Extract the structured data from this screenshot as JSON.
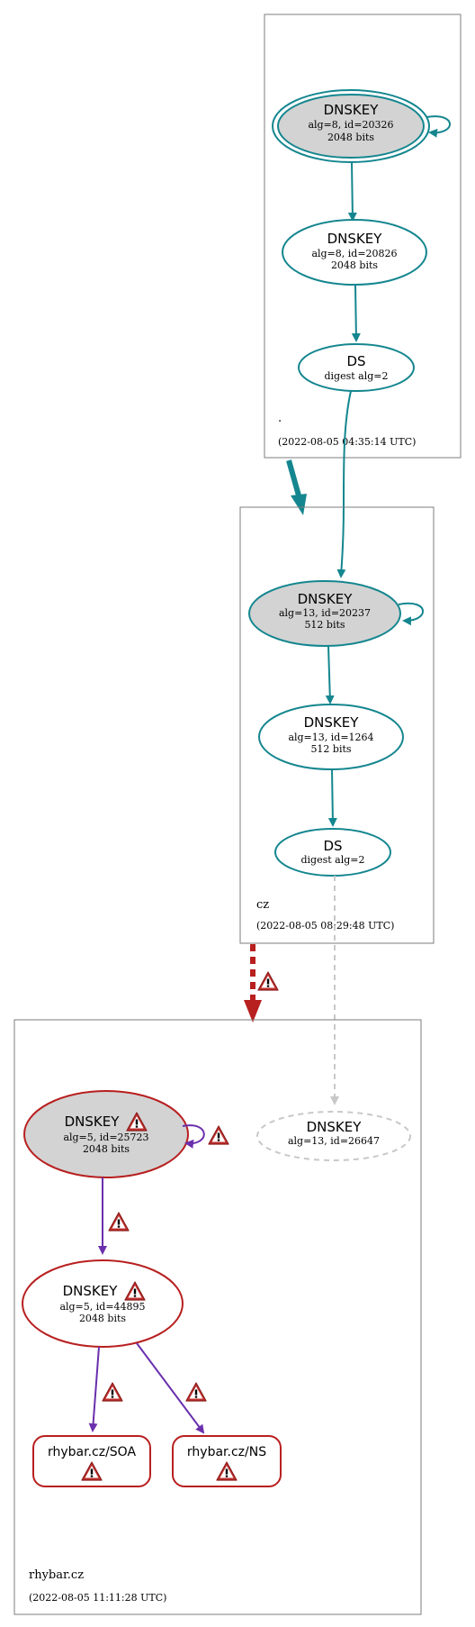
{
  "colors": {
    "secure": "#14868f",
    "bogus": "#b81f1f",
    "rrsig": "#6a2fad",
    "insecure_gray": "#c8c8c8",
    "ksk_fill": "#d3d3d3",
    "warning": "#c0302e"
  },
  "zones": {
    "root": {
      "name": ".",
      "timestamp": "(2022-08-05 04:35:14 UTC)"
    },
    "cz": {
      "name": "cz",
      "timestamp": "(2022-08-05 08:29:48 UTC)"
    },
    "rhybar": {
      "name": "rhybar.cz",
      "timestamp": "(2022-08-05 11:11:28 UTC)"
    }
  },
  "nodes": {
    "root_ksk": {
      "title": "DNSKEY",
      "line1": "alg=8, id=20326",
      "line2": "2048 bits"
    },
    "root_zsk": {
      "title": "DNSKEY",
      "line1": "alg=8, id=20826",
      "line2": "2048 bits"
    },
    "root_ds": {
      "title": "DS",
      "line1": "digest alg=2"
    },
    "cz_ksk": {
      "title": "DNSKEY",
      "line1": "alg=13, id=20237",
      "line2": "512 bits"
    },
    "cz_zsk": {
      "title": "DNSKEY",
      "line1": "alg=13, id=1264",
      "line2": "512 bits"
    },
    "cz_ds": {
      "title": "DS",
      "line1": "digest alg=2"
    },
    "rh_missing": {
      "title": "DNSKEY",
      "line1": "alg=13, id=26647"
    },
    "rh_ksk": {
      "title": "DNSKEY",
      "line1": "alg=5, id=25723",
      "line2": "2048 bits"
    },
    "rh_zsk": {
      "title": "DNSKEY",
      "line1": "alg=5, id=44895",
      "line2": "2048 bits"
    },
    "rh_soa": {
      "title": "rhybar.cz/SOA"
    },
    "rh_ns": {
      "title": "rhybar.cz/NS"
    }
  }
}
